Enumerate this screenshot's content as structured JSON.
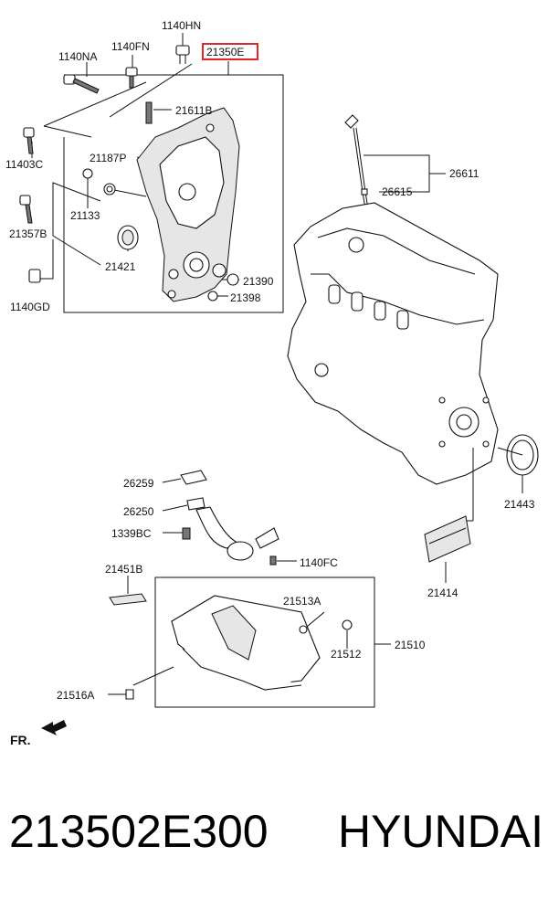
{
  "labels": {
    "l1140HN": "1140HN",
    "l1140FN": "1140FN",
    "l1140NA": "1140NA",
    "l21350E": "21350E",
    "l21611B": "21611B",
    "l11403C": "11403C",
    "l21187P": "21187P",
    "l21133": "21133",
    "l21357B": "21357B",
    "l21421": "21421",
    "l21390": "21390",
    "l1140GD": "1140GD",
    "l21398": "21398",
    "l26611": "26611",
    "l26615": "26615",
    "l26259": "26259",
    "l26250": "26250",
    "l1339BC": "1339BC",
    "l1140FC": "1140FC",
    "l21451B": "21451B",
    "l21513A": "21513A",
    "l21512": "21512",
    "l21510": "21510",
    "l21516A": "21516A",
    "l21443": "21443",
    "l21414": "21414",
    "fr": "FR."
  },
  "highlight_color": "#e0242a",
  "footer": {
    "part_number": "213502E300",
    "brand": "HYUNDAI"
  }
}
